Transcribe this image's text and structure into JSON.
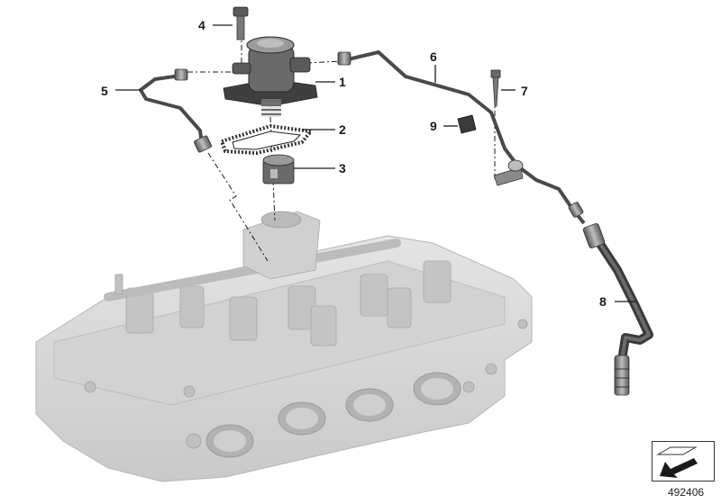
{
  "diagram": {
    "callouts": [
      {
        "id": "1",
        "label": "1"
      },
      {
        "id": "2",
        "label": "2"
      },
      {
        "id": "3",
        "label": "3"
      },
      {
        "id": "4",
        "label": "4"
      },
      {
        "id": "5",
        "label": "5"
      },
      {
        "id": "6",
        "label": "6"
      },
      {
        "id": "7",
        "label": "7"
      },
      {
        "id": "8",
        "label": "8"
      },
      {
        "id": "9",
        "label": "9"
      }
    ],
    "diagram_number": "492406"
  },
  "colors": {
    "background": "#ffffff",
    "engine_fill": "#dcdcdc",
    "engine_shade": "#bdbdbd",
    "part_dark": "#4a4a4a",
    "part_mid": "#8a8a8a",
    "part_light": "#c8c8c8"
  },
  "icons": [
    "orientation-arrow-icon"
  ]
}
